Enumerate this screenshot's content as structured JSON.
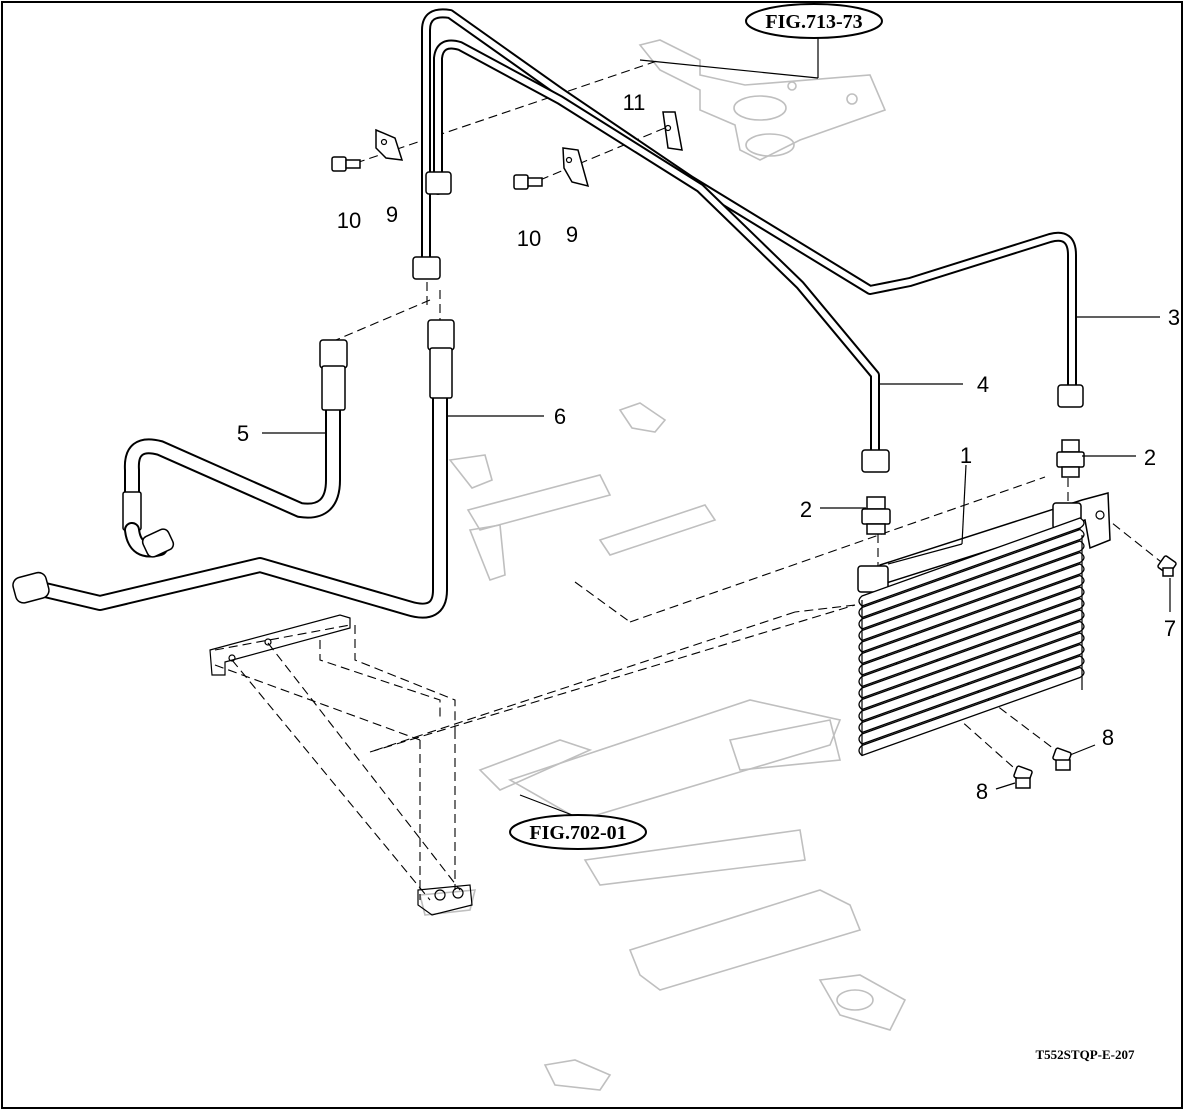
{
  "figure_refs": {
    "top": "FIG.713-73",
    "bottom": "FIG.702-01"
  },
  "drawing_code": "T552STQP-E-207",
  "callouts": {
    "c1": "1",
    "c2a": "2",
    "c2b": "2",
    "c3": "3",
    "c4": "4",
    "c5": "5",
    "c6": "6",
    "c7": "7",
    "c8a": "8",
    "c8b": "8",
    "c9a": "9",
    "c9b": "9",
    "c10a": "10",
    "c10b": "10",
    "c11": "11"
  }
}
